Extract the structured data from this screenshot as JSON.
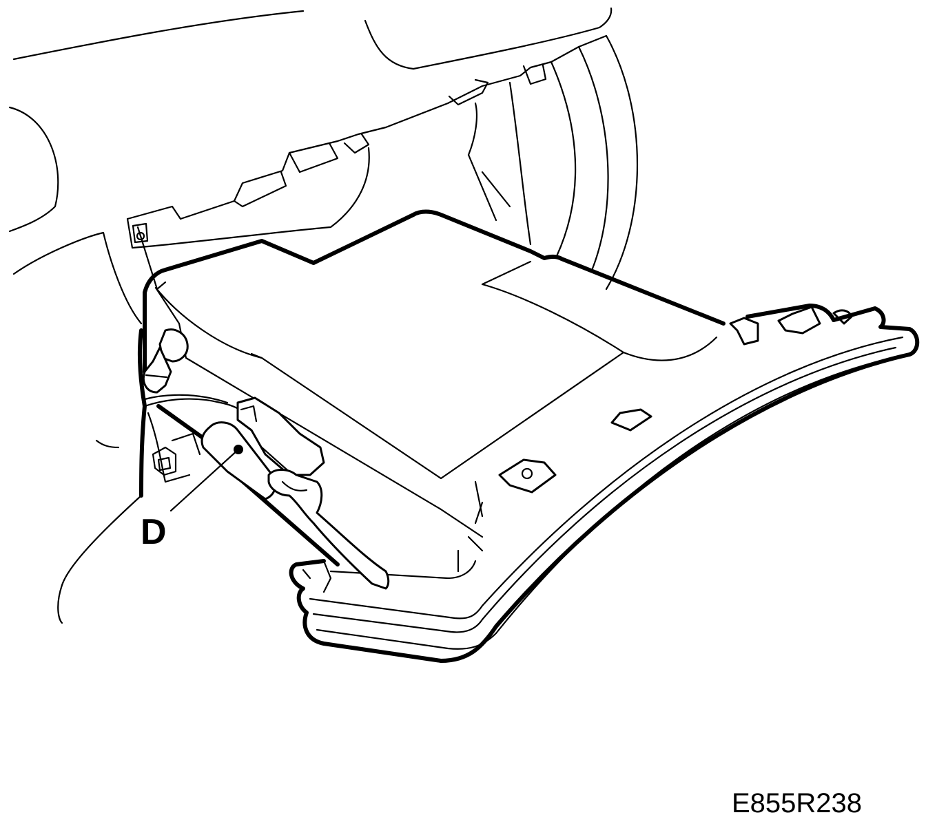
{
  "callouts": [
    {
      "id": "D",
      "text": "D"
    }
  ],
  "figure_code": "E855R238"
}
